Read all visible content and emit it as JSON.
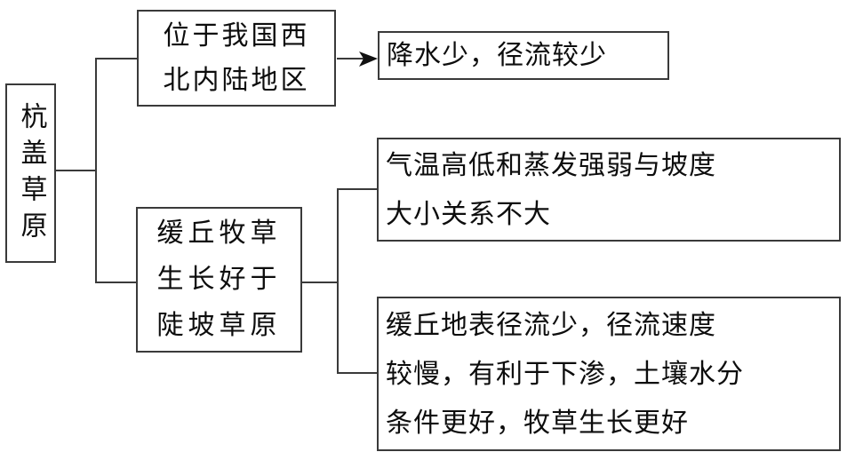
{
  "diagram": {
    "type": "tree-flowchart",
    "orientation": "left-to-right",
    "line_color": "#3a3a3a",
    "text_color": "#0d0d0d",
    "background": "#ffffff",
    "root": {
      "label": "杭盖草原",
      "writing_mode": "vertical"
    },
    "branches": [
      {
        "id": "branch-1",
        "label": "位于我国西\n北内陆地区",
        "connector": "arrow",
        "conclusions": [
          {
            "id": "conclusion-1",
            "label": "降水少，径流较少"
          }
        ]
      },
      {
        "id": "branch-2",
        "label": "缓丘牧草\n生长好于\n陡坡草原",
        "connector": "bracket",
        "conclusions": [
          {
            "id": "conclusion-2a",
            "label": "气温高低和蒸发强弱与坡度\n大小关系不大"
          },
          {
            "id": "conclusion-2b",
            "label": "缓丘地表径流少，径流速度\n较慢，有利于下渗，土壤水分\n条件更好，牧草生长更好"
          }
        ]
      }
    ]
  }
}
